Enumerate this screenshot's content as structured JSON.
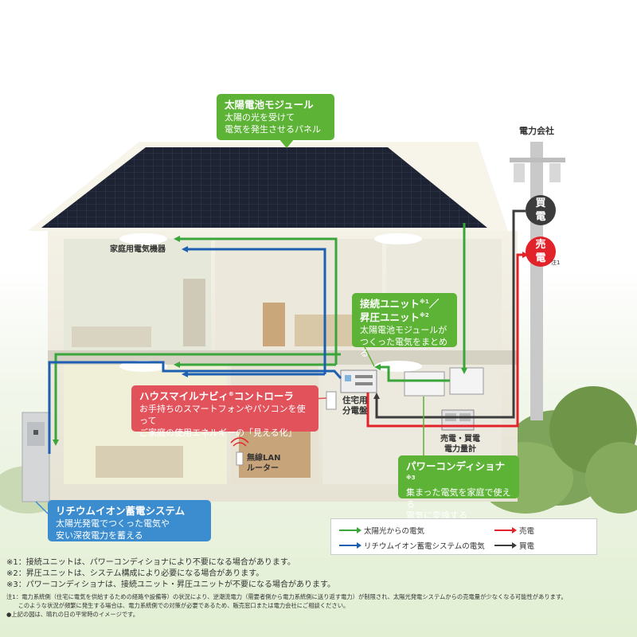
{
  "colors": {
    "solar": "#3aa53a",
    "battery": "#1d5fb1",
    "sell": "#e2232a",
    "buy": "#3c3c3c",
    "callout_green": "#5cb335",
    "callout_red": "#e2525b",
    "callout_blue": "#3c8dd0"
  },
  "power_company": "電力会社",
  "buy_badge": "買\n電",
  "sell_badge": "売\n電",
  "sell_note": "注1",
  "solar_module": {
    "title": "太陽電池モジュール",
    "desc1": "太陽の光を受けて",
    "desc2": "電気を発生させるパネル"
  },
  "connection_unit": {
    "title1": "接続ユニット",
    "sup1": "※1",
    "sep": "／",
    "title2": "昇圧ユニット",
    "sup2": "※2",
    "desc1": "太陽電池モジュールが",
    "desc2": "つくった電気をまとめる"
  },
  "navi": {
    "title": "ハウスマイルナビィ",
    "reg": "®",
    "title_tail": "コントローラ",
    "desc1": "お手持ちのスマートフォンやパソコンを使って",
    "desc2": "ご家庭の使用エネルギーの「見える化」"
  },
  "battery": {
    "title": "リチウムイオン蓄電システム",
    "desc1": "太陽光発電でつくった電気や",
    "desc2": "安い深夜電力を蓄える"
  },
  "power_conditioner": {
    "title": "パワーコンディショナ",
    "sup": "※3",
    "desc1": "集まった電気を家庭で使える",
    "desc2": "電気に変換する"
  },
  "labels": {
    "appliances": "家庭用電気機器",
    "panel1": "住宅用",
    "panel2": "分電盤",
    "router1": "無線LAN",
    "router2": "ルーター",
    "meter1": "売電・買電",
    "meter2": "電力量計"
  },
  "legend": {
    "solar": "太陽光からの電気",
    "battery": "リチウムイオン蓄電システムの電気",
    "sell": "売電",
    "buy": "買電"
  },
  "notes": [
    "※1：接続ユニットは、パワーコンディショナにより不要になる場合があります。",
    "※2：昇圧ユニットは、システム構成により必要になる場合があります。",
    "※3：パワーコンディショナは、接続ユニット・昇圧ユニットが不要になる場合があります。"
  ],
  "small_notes": [
    "注1：電力系統側（住宅に電気を供給するための経路や設備等）の状況により、逆潮流電力（需要者側から電力系統側に送り返す電力）が制限され、太陽光発電システムからの売電量が少なくなる可能性があります。",
    "　　このような状況が頻繁に発生する場合は、電力系統側での対策が必要であるため、販売窓口または電力会社にご相談ください。",
    "●上記の図は、晴れの日の平常時のイメージです。"
  ]
}
